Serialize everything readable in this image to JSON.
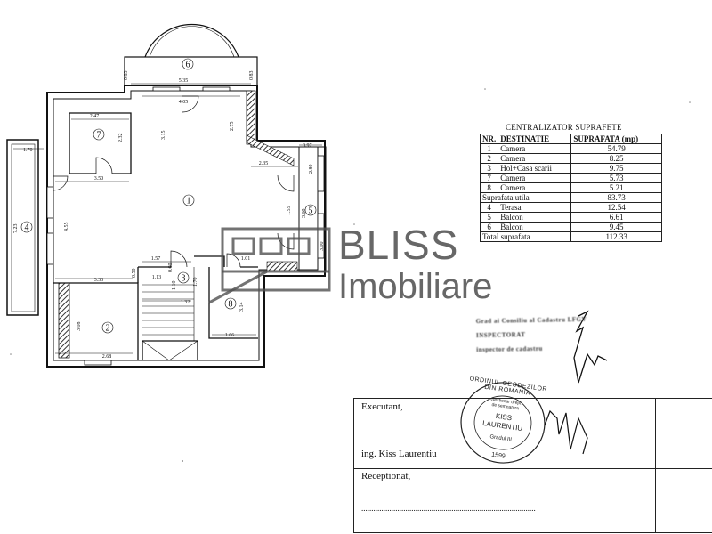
{
  "plan": {
    "rooms": [
      "1",
      "2",
      "3",
      "4",
      "5",
      "6",
      "7",
      "8"
    ],
    "dimensions": {
      "d_535": "5.35",
      "d_083a": "0.83",
      "d_083b": "0.83",
      "d_405": "4.05",
      "d_275": "2.75",
      "d_315": "3.15",
      "d_247": "2.47",
      "d_232": "2.32",
      "d_097": "0.97",
      "d_170": "1.70",
      "d_235": "2.35",
      "d_350": "3.50",
      "d_280": "2.80",
      "d_723": "7.23",
      "d_455": "4.55",
      "d_155": "1.55",
      "d_360": "3.60",
      "d_300": "3.00",
      "d_157": "1.57",
      "d_101": "1.01",
      "d_333": "3.33",
      "d_050": "0.50",
      "d_113": "1.13",
      "d_060": "0.60",
      "d_170b": "1.70",
      "d_132": "1.32",
      "d_110": "1.10",
      "d_314": "3.14",
      "d_308": "3.08",
      "d_166": "1.66",
      "d_268": "2.68"
    }
  },
  "area_table": {
    "title": "CENTRALIZATOR SUPRAFETE",
    "headers": [
      "NR.",
      "DESTINATIE",
      "SUPRAFATA (mp)"
    ],
    "rows": [
      {
        "nr": "1",
        "dest": "Camera",
        "area": "54.79"
      },
      {
        "nr": "2",
        "dest": "Camera",
        "area": "8.25"
      },
      {
        "nr": "3",
        "dest": "Hol+Casa scarii",
        "area": "9.75"
      },
      {
        "nr": "7",
        "dest": "Camera",
        "area": "5.73"
      },
      {
        "nr": "8",
        "dest": "Camera",
        "area": "5.21"
      }
    ],
    "usable": {
      "label": "Suprafata utila",
      "area": "83.73"
    },
    "rows2": [
      {
        "nr": "4",
        "dest": "Terasa",
        "area": "12.54"
      },
      {
        "nr": "5",
        "dest": "Balcon",
        "area": "6.61"
      },
      {
        "nr": "6",
        "dest": "Balcon",
        "area": "9.45"
      }
    ],
    "total": {
      "label": "Total suprafata",
      "area": "112.33"
    }
  },
  "logo": {
    "line1": "BLISS",
    "line2": "Imobiliare"
  },
  "stamp": {
    "outer": "ORDINUL GEODEZILOR DIN ROMANIA",
    "line1": "Gestionar drept",
    "line2": "de semnatura",
    "name1": "KISS",
    "name2": "LAURENTIU",
    "grade": "Gradul III",
    "number": "1599"
  },
  "smudge": {
    "l1": "Grad ai Consiliu al Cadastru LFGV",
    "l2": "INSPECTORAT",
    "l3": "inspector de cadastru"
  },
  "signature_box": {
    "executant": "Executant,",
    "engineer": "ing.  Kiss Laurentiu",
    "receptionat": "Receptionat,",
    "dots": "......................................................................................."
  },
  "colors": {
    "line": "#111111",
    "hatch": "#333333",
    "logo": "#555555"
  }
}
